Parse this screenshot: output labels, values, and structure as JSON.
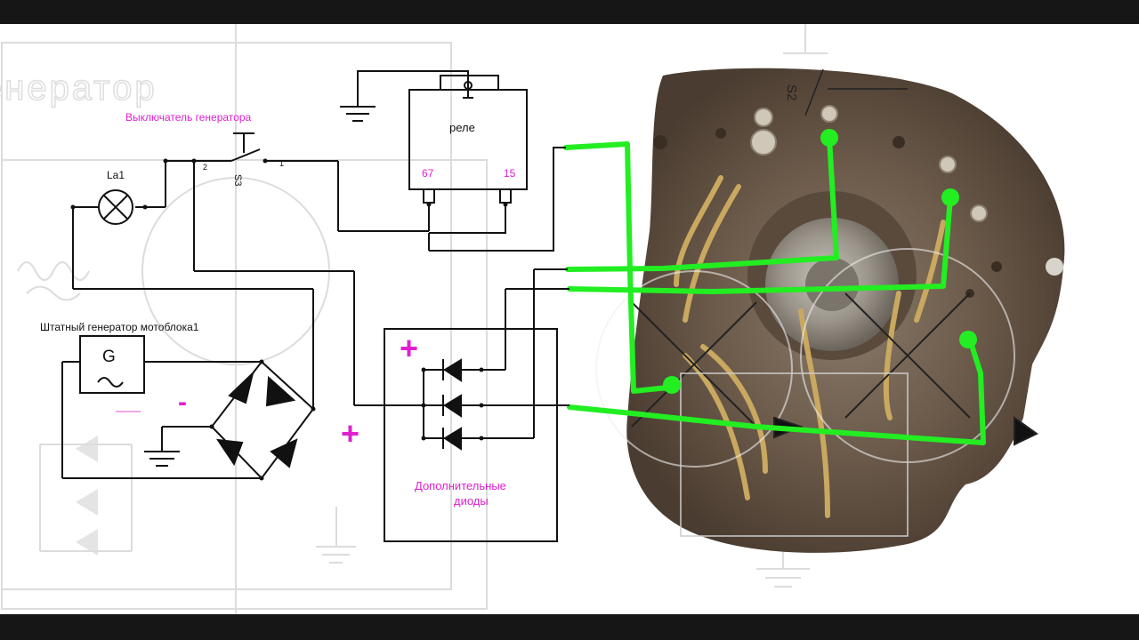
{
  "diagram": {
    "watermark_title": "енератор",
    "switch_title": "Выключатель генератора",
    "switch_ref": "S3",
    "switch_pin_left": "2",
    "switch_pin_right": "1",
    "lamp_ref": "La1",
    "relay_label": "реле",
    "relay_pin_67": "67",
    "relay_pin_15": "15",
    "generator_title": "Штатный генератор мотоблока1",
    "generator_symbol": "G",
    "minus_sign": "-",
    "plus_sign_bridge": "+",
    "plus_sign_diodes": "+",
    "extra_diodes_line1": "Дополнительные",
    "extra_diodes_line2": "диоды",
    "photo_ref": "S2"
  },
  "colors": {
    "wire": "#111111",
    "magenta": "#e020d0",
    "green_overlay": "#22ee22",
    "ghost": "#d8d8d8"
  }
}
